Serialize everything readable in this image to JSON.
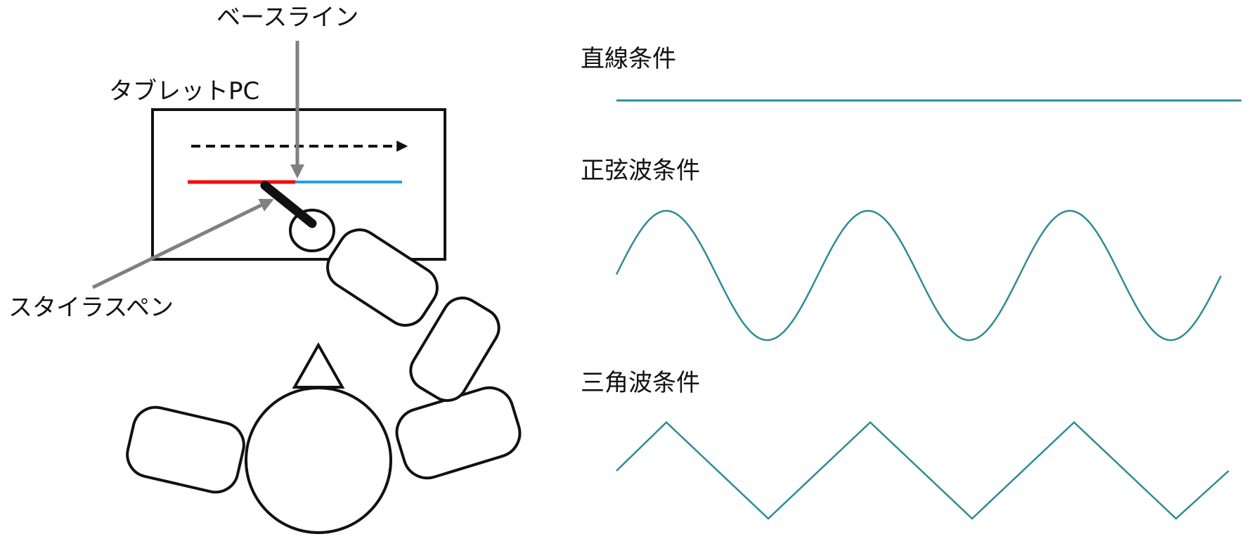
{
  "labels": {
    "baseline": "ベースライン",
    "tablet_pc": "タブレットPC",
    "stylus_pen": "スタイラスペン"
  },
  "conditions": {
    "straight": "直線条件",
    "sine": "正弦波条件",
    "triangle": "三角波条件"
  },
  "waves": {
    "cycles": 3
  },
  "colors": {
    "wave": "#2e8b96",
    "traced_segment": "#ff0000",
    "remaining_segment": "#1fa3e0",
    "arrow_gray": "#808080",
    "outline": "#111111"
  }
}
